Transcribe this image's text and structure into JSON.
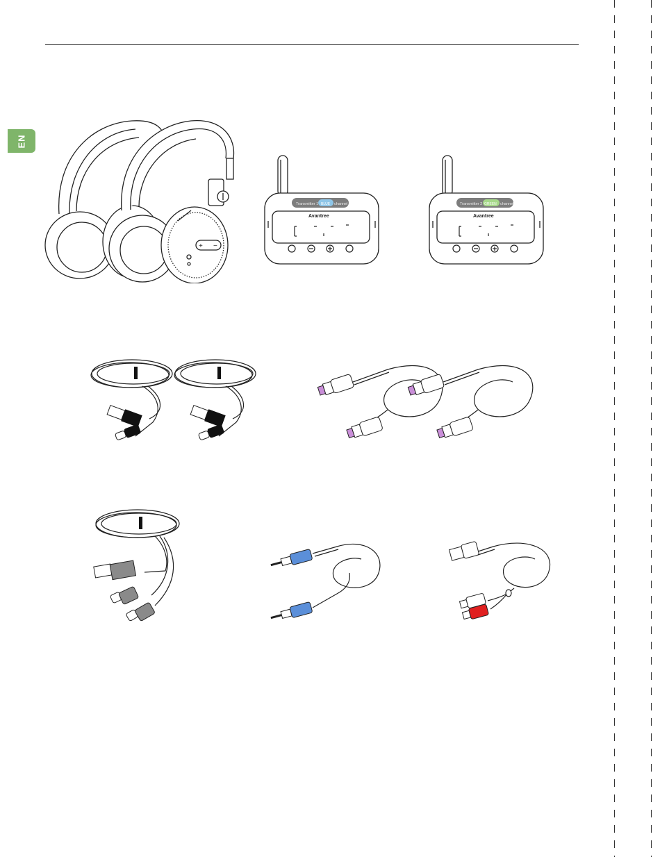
{
  "language_tab": "EN",
  "transmitters": [
    {
      "label_prefix": "Transmitter 1 -",
      "channel": "BLUE",
      "label_suffix": "channel",
      "channel_color": "#8fc6e8",
      "brand": "Avantree"
    },
    {
      "label_prefix": "Transmitter 2 -",
      "channel": "GREEN",
      "label_suffix": "channel",
      "channel_color": "#a6d98a",
      "brand": "Avantree"
    }
  ],
  "colors": {
    "language_tab": "#7fb56a",
    "optical_tip": "#c98ed8",
    "aux_plug": "#5b8fd9",
    "rca_red": "#e02020",
    "connector_black": "#111111",
    "connector_grey": "#8a8a8a"
  },
  "illustrations": [
    "headphones-pair",
    "transmitter-1",
    "transmitter-2",
    "usb-c-cables",
    "optical-cables",
    "usb-splitter-cable",
    "aux-cable",
    "rca-cable"
  ]
}
